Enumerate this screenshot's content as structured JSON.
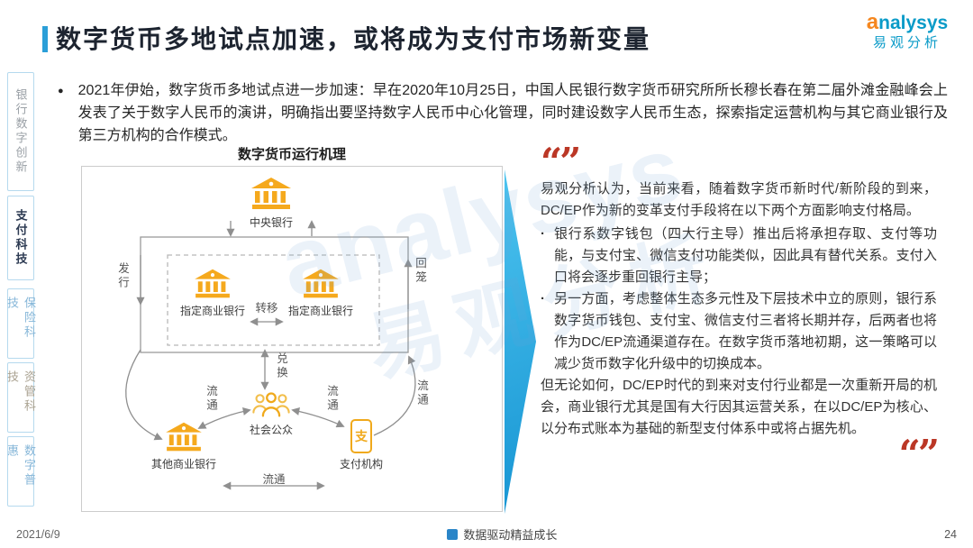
{
  "page": {
    "title": "数字货币多地试点加速，或将成为支付市场新变量",
    "footer": {
      "date": "2021/6/9",
      "slogan": "数据驱动精益成长",
      "page_number": "24"
    }
  },
  "logo": {
    "brand_prefix": "a",
    "brand_rest": "nalysys",
    "brand_cn": "易观分析"
  },
  "watermark": {
    "line1": "analysys",
    "line2": "易观分析"
  },
  "sidebar": {
    "items": [
      {
        "label": "银行数字创新",
        "active": false,
        "color": "#9aa0a6"
      },
      {
        "label": "支付科技",
        "active": true,
        "color": "#2c3a52"
      },
      {
        "label": "保险科技",
        "active": false,
        "color": "#85b6d8"
      },
      {
        "label": "资管科技",
        "active": false,
        "color": "#a9a190"
      },
      {
        "label": "数字普惠",
        "active": false,
        "color": "#85b6d8"
      }
    ]
  },
  "intro": {
    "bullet": "●",
    "text": "2021年伊始，数字货币多地试点进一步加速：早在2020年10月25日，中国人民银行数字货币研究所所长穆长春在第二届外滩金融峰会上发表了关于数字人民币的演讲，明确指出要坚持数字人民币中心化管理，同时建设数字人民币生态，探索指定运营机构与其它商业银行及第三方机构的合作模式。"
  },
  "diagram": {
    "title": "数字货币运行机理",
    "nodes": {
      "central_bank": "中央银行",
      "designated_bank": "指定商业银行",
      "public": "社会公众",
      "other_bank": "其他商业银行",
      "payment_org": "支付机构"
    },
    "labels": {
      "issue": "发行",
      "recall": "回笼",
      "transfer": "转移",
      "exchange": "兑换",
      "circulate": "流通",
      "pay_glyph": "支"
    }
  },
  "insight": {
    "quote_open": "“”",
    "quote_close": "“”",
    "bullet_char": "·",
    "intro": "易观分析认为，当前来看，随着数字货币新时代/新阶段的到来，DC/EP作为新的变革支付手段将在以下两个方面影响支付格局。",
    "bullets": [
      "银行系数字钱包（四大行主导）推出后将承担存取、支付等功能，与支付宝、微信支付功能类似，因此具有替代关系。支付入口将会逐步重回银行主导；",
      "另一方面，考虑整体生态多元性及下层技术中立的原则，银行系数字货币钱包、支付宝、微信支付三者将长期并存，后两者也将作为DC/EP流通渠道存在。在数字货币落地初期，这一策略可以减少货币数字化升级中的切换成本。"
    ],
    "conclusion": "但无论如何，DC/EP时代的到来对支付行业都是一次重新开局的机会，商业银行尤其是国有大行因其运营关系，在以DC/EP为核心、以分布式账本为基础的新型支付体系中或将占据先机。"
  },
  "colors": {
    "accent_blue": "#2b9fd8",
    "chevron_blue": "#29a8e0",
    "icon_gold": "#F5A91D",
    "quote_red": "#bb3726",
    "sidebar_border": "#b5d9ee",
    "arrow_gray": "#8f8f8f",
    "brand_teal": "#0a9bc8",
    "brand_orange": "#f5871f"
  }
}
